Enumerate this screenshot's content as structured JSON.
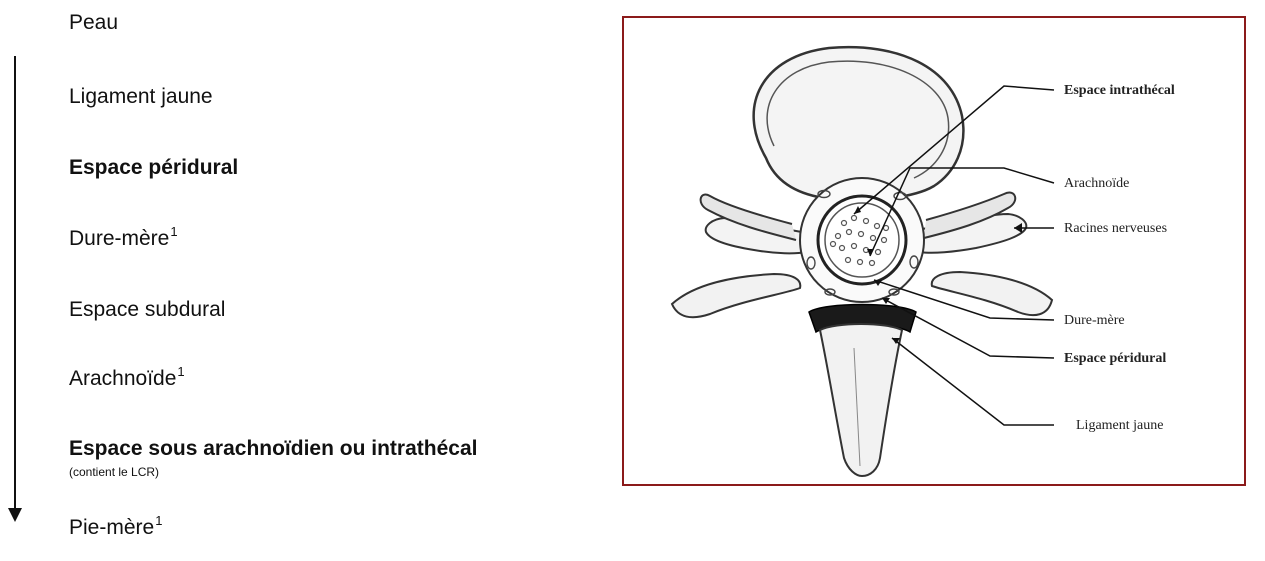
{
  "layers": [
    {
      "label": "Peau",
      "bold": false,
      "sup": ""
    },
    {
      "label": "Ligament jaune",
      "bold": false,
      "sup": ""
    },
    {
      "label": "Espace péridural",
      "bold": true,
      "sup": ""
    },
    {
      "label": "Dure-mère",
      "bold": false,
      "sup": "1"
    },
    {
      "label": "Espace subdural",
      "bold": false,
      "sup": ""
    },
    {
      "label": "Arachnoïde",
      "bold": false,
      "sup": "1"
    },
    {
      "label": "Espace sous arachnoïdien ou intrathécal",
      "bold": true,
      "sup": ""
    },
    {
      "label": "Pie-mère",
      "bold": false,
      "sup": "1"
    }
  ],
  "layer_note": "(contient le LCR)",
  "figure": {
    "labels": {
      "intrathecal": "Espace intrathécal",
      "arachnoide": "Arachnoïde",
      "racines": "Racines nerveuses",
      "dure_mere": "Dure-mère",
      "peridural": "Espace péridural",
      "ligament": "Ligament jaune"
    },
    "frame_color": "#8b1a1a"
  }
}
